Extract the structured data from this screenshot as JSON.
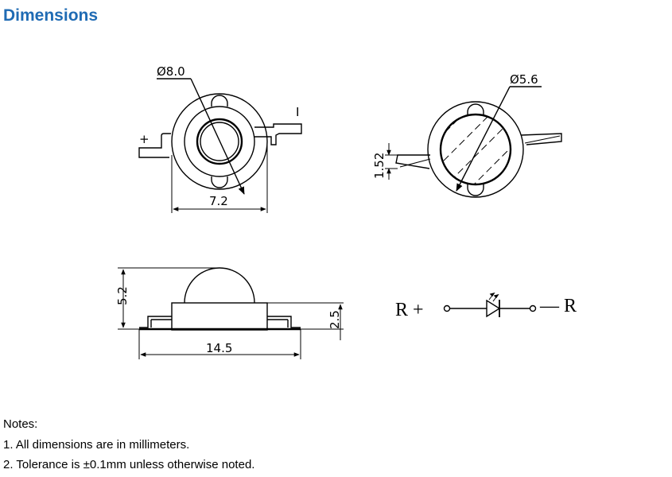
{
  "heading": "Dimensions",
  "colors": {
    "heading": "#1f6bb4",
    "line": "#000000"
  },
  "top_view": {
    "outer_diameter_label": "Ø8.0",
    "width_label": "7.2",
    "plus_label": "+",
    "minus_label": "I"
  },
  "bottom_view": {
    "lens_diameter_label": "Ø5.6",
    "lead_label": "1.52"
  },
  "side_view": {
    "height_label": "5.2",
    "base_height_label": "2.5",
    "length_label": "14.5"
  },
  "symbol": {
    "left_label": "R +",
    "right_label": "— R",
    "icon": "led-diode-icon"
  },
  "notes": {
    "title": "Notes:",
    "items": [
      "1. All dimensions are in millimeters.",
      "2. Tolerance is ±0.1mm unless otherwise noted."
    ]
  }
}
